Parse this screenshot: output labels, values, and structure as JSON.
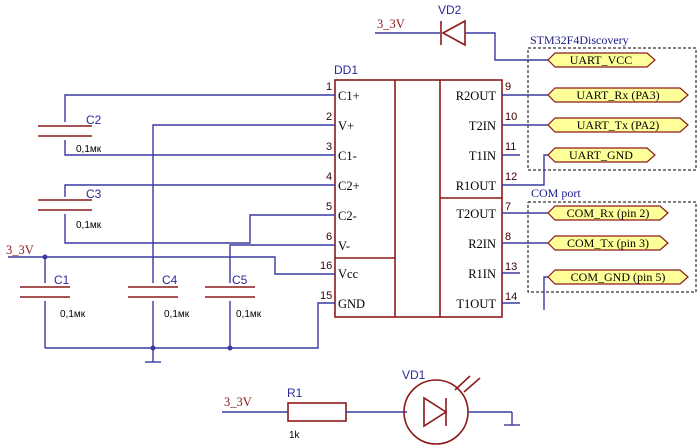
{
  "chip": {
    "ref": "DD1",
    "left_pins": [
      {
        "num": "1",
        "name": "C1+"
      },
      {
        "num": "2",
        "name": "V+"
      },
      {
        "num": "3",
        "name": "C1-"
      },
      {
        "num": "4",
        "name": "C2+"
      },
      {
        "num": "5",
        "name": "C2-"
      },
      {
        "num": "6",
        "name": "V-"
      },
      {
        "num": "16",
        "name": "Vcc"
      },
      {
        "num": "15",
        "name": "GND"
      }
    ],
    "right_pins": [
      {
        "num": "9",
        "name": "R2OUT"
      },
      {
        "num": "10",
        "name": "T2IN"
      },
      {
        "num": "11",
        "name": "T1IN"
      },
      {
        "num": "12",
        "name": "R1OUT"
      },
      {
        "num": "7",
        "name": "T2OUT"
      },
      {
        "num": "8",
        "name": "R2IN"
      },
      {
        "num": "13",
        "name": "R1IN"
      },
      {
        "num": "14",
        "name": "T1OUT"
      }
    ]
  },
  "capacitors": [
    {
      "ref": "C2",
      "value": "0,1мк"
    },
    {
      "ref": "C3",
      "value": "0,1мк"
    },
    {
      "ref": "C1",
      "value": "0,1мк"
    },
    {
      "ref": "C4",
      "value": "0,1мк"
    },
    {
      "ref": "C5",
      "value": "0,1мк"
    }
  ],
  "power_labels": {
    "top": "3_3V",
    "left": "3_3V",
    "bottom": "3_3V"
  },
  "diode": {
    "ref": "VD2"
  },
  "led": {
    "ref": "VD1"
  },
  "resistor": {
    "ref": "R1",
    "value": "1k"
  },
  "groups": {
    "stm": "STM32F4Discovery",
    "com": "COM port"
  },
  "stm_ports": [
    "UART_VCC",
    "UART_Rx (PA3)",
    "UART_Tx (PA2)",
    "UART_GND"
  ],
  "com_ports": [
    "COM_Rx (pin 2)",
    "COM_Tx (pin 3)",
    "COM_GND (pin 5)"
  ],
  "colors": {
    "wire": "#3a3aa0",
    "component": "#8b1a1a",
    "port_fill": "#ffff99"
  }
}
